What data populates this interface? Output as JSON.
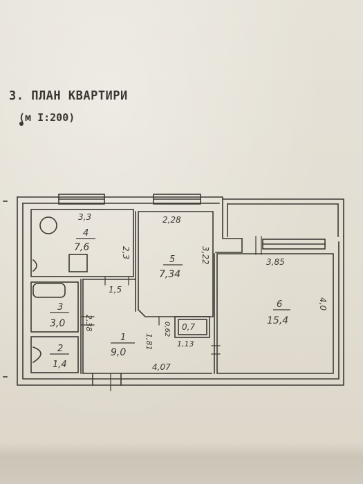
{
  "heading": "3. ПЛАН КВАРТИРИ",
  "scale": "(м I:200)",
  "colors": {
    "ink": "#3c3834",
    "paper": "#e4e0d5"
  },
  "rooms": [
    {
      "num": "1",
      "area": "9,0"
    },
    {
      "num": "2",
      "area": "1,4"
    },
    {
      "num": "3",
      "area": "3,0"
    },
    {
      "num": "4",
      "area": "7,6"
    },
    {
      "num": "5",
      "area": "7,34"
    },
    {
      "num": "6",
      "area": "15,4"
    },
    {
      "num": "",
      "area": "0,7"
    }
  ],
  "dimensions": {
    "kitchen_width": "3,3",
    "kitchen_depth": "2,3",
    "room5_width": "2,28",
    "room5_depth": "3,22",
    "room6_width": "3,85",
    "room6_depth": "4,0",
    "hall_width": "4,07",
    "hall_depth": "1,81",
    "corridor_width": "1,5",
    "bath_depth": "2,38",
    "closet_width": "1,13",
    "closet_depth": "0,62"
  }
}
